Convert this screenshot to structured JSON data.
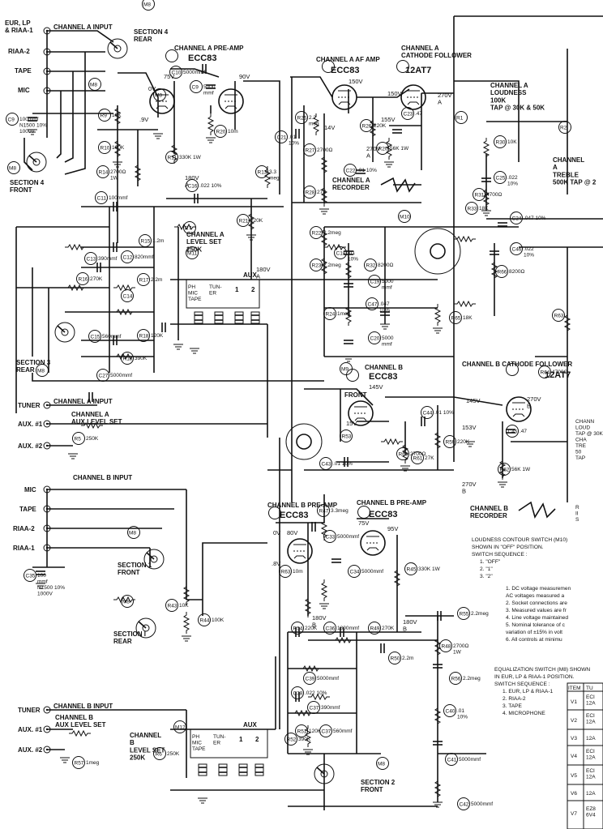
{
  "inputs_a": {
    "label": "CHANNEL A INPUT",
    "jacks": [
      "EUR, LP\n& RIAA-1",
      "RIAA-2",
      "TAPE",
      "MIC"
    ],
    "tuner_label": "CHANNEL A INPUT",
    "tuner_jacks": [
      "TUNER",
      "AUX. #1",
      "AUX. #2"
    ],
    "aux_level": "CHANNEL A\nAUX LEVEL SET"
  },
  "inputs_b": {
    "label": "CHANNEL B INPUT",
    "jacks": [
      "MIC",
      "TAPE",
      "RIAA-2",
      "RIAA-1"
    ],
    "tuner_label": "CHANNEL B INPUT",
    "tuner_jacks": [
      "TUNER",
      "AUX. #1",
      "AUX. #2"
    ],
    "aux_level": "CHANNEL B\nAUX LEVEL SET"
  },
  "switch_labels": {
    "s4_rear": "SECTION 4\nREAR",
    "s4_front": "SECTION 4\nFRONT",
    "s3_rear": "SECTION 3\nREAR",
    "s1_front": "SECTION 1\nFRONT",
    "s1_rear": "SECTION I\nREAR",
    "s2_front": "SECTION 2\nFRONT",
    "m9": "FRONT"
  },
  "stage_titles": {
    "a_preamp": "CHANNEL A PRE-AMP",
    "a_af_amp": "CHANNEL A AF AMP",
    "a_cathode": "CHANNEL A\nCATHODE FOLLOWER",
    "b_preamp_1": "CHANNEL B PRE-AMP",
    "b_preamp_2": "CHANNEL B PRE-AMP",
    "b_cathode": "CHANNEL B CATHODE FOLLOWER",
    "b_amp": "CHANNEL B"
  },
  "tubes": {
    "v1": "ECC83",
    "v2": "ECC83",
    "v3": "12AT7",
    "v4": "ECC83",
    "v5": "ECC83",
    "v6": "12AT7"
  },
  "controls": {
    "a_level": "CHANNEL A\nLEVEL SET\n250K",
    "b_level": "CHANNEL\nB\nLEVEL SET\n250K",
    "a_loudness": "CHANNEL A\nLOUDNESS\n100K\nTAP @ 30K & 50K",
    "a_treble": "CHANNEL\nA\nTREBLE\n500K TAP @ 2",
    "a_recorder": "CHANNEL A\nRECORDER",
    "b_recorder": "CHANNEL B\nRECORDER",
    "aux_a": "AUX",
    "aux_b": "AUX",
    "sel_a": [
      "PH\nMIC\nTAPE",
      "TUN-\nER",
      "1",
      "2"
    ],
    "sel_b": [
      "PH\nMIC\nTAPE",
      "TUN-\nER",
      "1",
      "2"
    ],
    "b_loud_cut": "CHANN\nLOUD\nTAP @ 30K\nCHA\nTRE\n50\nTAP"
  },
  "voltages": [
    "0V",
    "75V",
    ".9V",
    "90V",
    "150V",
    "270V\nA",
    "180V\nA",
    "180V\nA",
    "150V",
    "155V",
    "14V",
    "270V\nA",
    "145V",
    "145V",
    "270V\nB",
    "153V",
    "15V",
    "270V\nB",
    "0V",
    "80V",
    ".8V",
    "75V",
    "95V",
    "180V\nB",
    "180V\nB"
  ],
  "parts": [
    {
      "ref": "C9",
      "val": "100mmf\nN1500 10%\n1000V"
    },
    {
      "ref": "R9",
      "val": "10K"
    },
    {
      "ref": "R10",
      "val": "100K"
    },
    {
      "ref": "R14",
      "val": "2700Ω\n1W"
    },
    {
      "ref": "C10",
      "val": "5000mmf"
    },
    {
      "ref": "C9",
      "val": "5000\nmmf"
    },
    {
      "ref": "R20",
      "val": "10m"
    },
    {
      "ref": "R11",
      "val": "330K 1W"
    },
    {
      "ref": "R13",
      "val": "3.3\nmeg"
    },
    {
      "ref": "C16",
      "val": ".022 10%"
    },
    {
      "ref": "R21",
      "val": "220K"
    },
    {
      "ref": "C11",
      "val": "100mmf"
    },
    {
      "ref": "R15",
      "val": "1.2m"
    },
    {
      "ref": "C12",
      "val": "820mmf"
    },
    {
      "ref": "C13",
      "val": "390mmf"
    },
    {
      "ref": "R16",
      "val": "270K"
    },
    {
      "ref": "R17",
      "val": "2.2m"
    },
    {
      "ref": "C14",
      "val": ""
    },
    {
      "ref": "C15",
      "val": "560mmf"
    },
    {
      "ref": "R18",
      "val": "120K"
    },
    {
      "ref": "R18",
      "val": "390K"
    },
    {
      "ref": "C27",
      "val": "5000mmf"
    },
    {
      "ref": "R5",
      "val": "250K"
    },
    {
      "ref": "R25",
      "val": "2.2\nmeg"
    },
    {
      "ref": "C21",
      "val": ".01\n10%"
    },
    {
      "ref": "R27",
      "val": "2700Ω"
    },
    {
      "ref": "C22",
      "val": ".01 10%"
    },
    {
      "ref": "R28",
      "val": "27K"
    },
    {
      "ref": "R26",
      "val": "220K"
    },
    {
      "ref": "R20",
      "val": "56K 1W"
    },
    {
      "ref": "C23",
      "val": ".47"
    },
    {
      "ref": "R22",
      "val": "2.2meg"
    },
    {
      "ref": "C18",
      "val": ".01\n10%"
    },
    {
      "ref": "R23",
      "val": "2.2meg"
    },
    {
      "ref": "C19",
      "val": "5000\nmmf"
    },
    {
      "ref": "R24",
      "val": "1meg"
    },
    {
      "ref": "C20",
      "val": "5000\nmmf"
    },
    {
      "ref": "C47",
      "val": ".047\n10%"
    },
    {
      "ref": "R33",
      "val": "18K"
    },
    {
      "ref": "R32",
      "val": "8200Ω"
    },
    {
      "ref": "R66",
      "val": "8200Ω"
    },
    {
      "ref": "R65",
      "val": "18K"
    },
    {
      "ref": "R30",
      "val": "10K"
    },
    {
      "ref": "C25",
      "val": ".022\n10%"
    },
    {
      "ref": "R31",
      "val": "4700Ω"
    },
    {
      "ref": "C24",
      "val": ".047 10%"
    },
    {
      "ref": "C46",
      "val": ".022\n10%"
    },
    {
      "ref": "R63",
      "val": ""
    },
    {
      "ref": "R64",
      "val": "4700Ω"
    },
    {
      "ref": "C44",
      "val": ".01 10%"
    },
    {
      "ref": "R53",
      "val": ""
    },
    {
      "ref": "R60",
      "val": "2700Ω"
    },
    {
      "ref": "R61",
      "val": "27K"
    },
    {
      "ref": "C43",
      "val": ".01 10%"
    },
    {
      "ref": "R59",
      "val": "220K"
    },
    {
      "ref": "C45",
      "val": ".47"
    },
    {
      "ref": "R62",
      "val": "56K 1W"
    },
    {
      "ref": "C35",
      "val": "100\nmmf\nN1500 10%\n1000V"
    },
    {
      "ref": "R43",
      "val": "10K"
    },
    {
      "ref": "R44",
      "val": "100K"
    },
    {
      "ref": "R47",
      "val": "3.3meg"
    },
    {
      "ref": "C33",
      "val": "5000mmf"
    },
    {
      "ref": "C34",
      "val": "5000mmf"
    },
    {
      "ref": "R63",
      "val": "10m"
    },
    {
      "ref": "R45",
      "val": "330K 1W"
    },
    {
      "ref": "R54",
      "val": "220K"
    },
    {
      "ref": "C36",
      "val": "1800mmf"
    },
    {
      "ref": "R49",
      "val": "270K"
    },
    {
      "ref": "C39",
      "val": "5000mmf"
    },
    {
      "ref": "R50",
      "val": "2.2m"
    },
    {
      "ref": "C38",
      "val": ".022 10%"
    },
    {
      "ref": "C37",
      "val": "390mmf"
    },
    {
      "ref": "R51",
      "val": "120K"
    },
    {
      "ref": "C37",
      "val": "560mmf"
    },
    {
      "ref": "R52",
      "val": "390K"
    },
    {
      "ref": "R48",
      "val": "2700Ω\n1W"
    },
    {
      "ref": "R56",
      "val": "2.2meg"
    },
    {
      "ref": "C40",
      "val": ".01\n10%"
    },
    {
      "ref": "R55",
      "val": "2.2meg"
    },
    {
      "ref": "C41",
      "val": "5000mmf"
    },
    {
      "ref": "C42",
      "val": "5000mmf"
    },
    {
      "ref": "R57",
      "val": "1meg"
    },
    {
      "ref": "R6",
      "val": "250K"
    },
    {
      "ref": "R8",
      "val": ""
    }
  ],
  "m_refs": [
    "M8",
    "M8",
    "M8",
    "M8",
    "M8",
    "M8",
    "M8",
    "M8",
    "M9",
    "M10",
    "M11",
    "M12",
    "R1",
    "R2",
    "R7"
  ],
  "loudness_note": {
    "lines": [
      "LOUDNESS CONTOUR SWITCH (M10)",
      "SHOWN IN \"OFF\" POSITION.",
      "SWITCH SEQUENCE :"
    ],
    "seq": [
      "1. \"OFF\"",
      "2. \"1\"",
      "3. \"2\""
    ]
  },
  "general_notes": [
    "1.  DC voltage measuremen",
    "     AC voltages measured a",
    "2.  Socket connections are",
    "3.  Measured values are fr",
    "4.  Line voltage maintained",
    "5.  Nominal tolerance of c",
    "     variation of ±15% in volt",
    "6.  All controls at minimu"
  ],
  "eq_note": {
    "lines": [
      "EQUALIZATION SWITCH (M8) SHOWN",
      "IN EUR, LP & RIAA-1 POSITION.",
      "SWITCH SEQUENCE :"
    ],
    "seq": [
      "1.  EUR, LP & RIAA-1",
      "2.  RIAA-2",
      "3.  TAPE",
      "4.  MICROPHONE"
    ]
  },
  "tube_table": {
    "headers": [
      "ITEM",
      "TU"
    ],
    "rows": [
      [
        "V1",
        "ECI\n12A"
      ],
      [
        "V2",
        "ECI\n12A"
      ],
      [
        "V3",
        "12A"
      ],
      [
        "V4",
        "ECI\n12A"
      ],
      [
        "V5",
        "ECI\n12A"
      ],
      [
        "V6",
        "12A"
      ],
      [
        "V7",
        "EZ8\n6V4"
      ]
    ]
  },
  "right_cut": "R\nII\nS"
}
